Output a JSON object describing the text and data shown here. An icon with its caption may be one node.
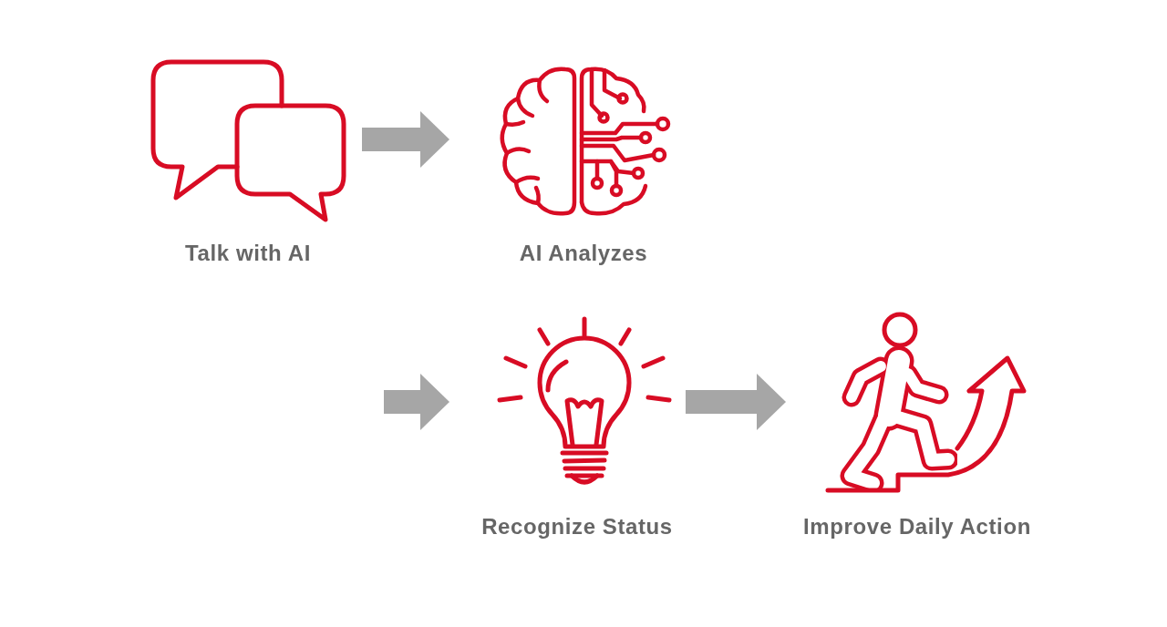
{
  "diagram": {
    "nodes": [
      {
        "text": [
          "Talk with AI"
        ]
      },
      {
        "text": [
          "AI Analyzes"
        ]
      },
      {
        "text": [
          "Recognize Status"
        ]
      },
      {
        "text": [
          "Improve Daily Action"
        ]
      }
    ],
    "edges": [
      {
        "from": 0,
        "to": 1,
        "arrow": "to"
      },
      {
        "from": null,
        "to": 2,
        "arrow": "to"
      },
      {
        "from": 2,
        "to": 3,
        "arrow": "to"
      }
    ]
  }
}
